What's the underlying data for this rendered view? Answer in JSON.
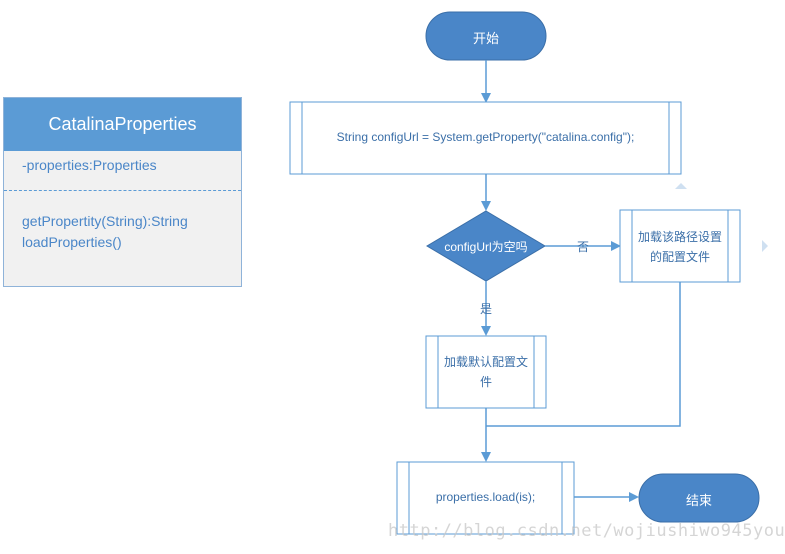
{
  "uml": {
    "class_name": "CatalinaProperties",
    "attribute": "-properties:Properties",
    "methods": [
      "getPropertity(String):String",
      "loadProperties()"
    ]
  },
  "flow": {
    "start": "开始",
    "step_config": "String configUrl = System.getProperty(\"catalina.config\");",
    "decision": "configUrl为空吗",
    "no_label": "否",
    "yes_label": "是",
    "load_path": "加载该路径设置的配置文件",
    "load_default": "加载默认配置文件",
    "load_props": "properties.load(is);",
    "end": "结束"
  },
  "watermark": "http://blog.csdn.net/wojiushiwo945you",
  "colors": {
    "primary": "#5b9bd5",
    "terminator": "#4a86c8",
    "text": "#3b6fa8",
    "box_border": "#5b9bd5"
  }
}
